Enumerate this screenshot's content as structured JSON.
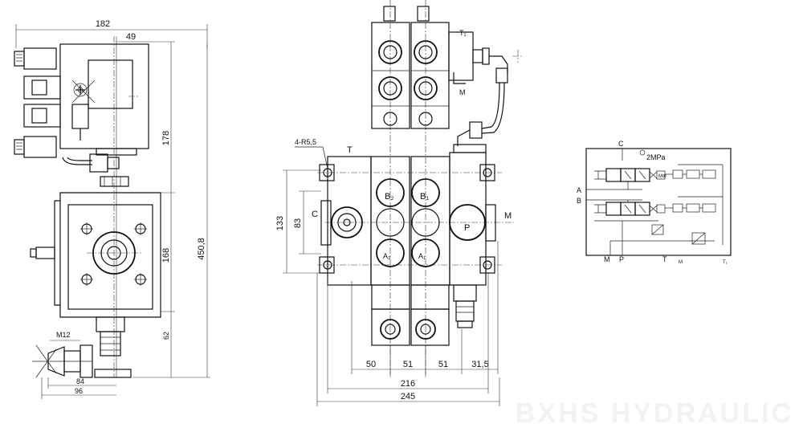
{
  "side_view": {
    "dims": {
      "width_total": "182",
      "offset_top": "49",
      "height_upper": "178",
      "height_mid": "168",
      "height_lower": "62",
      "height_total": "450,8",
      "thread": "M12",
      "bottom_84": "84",
      "bottom_96": "96"
    }
  },
  "front_view": {
    "labels": {
      "T1": "T₁",
      "M_small": "M",
      "hole": "4-R5,5",
      "T": "T",
      "C": "C",
      "M": "M",
      "B2": "B₂",
      "B1": "B₁",
      "A2": "A₂",
      "A1": "A₁",
      "P": "P"
    },
    "dims": {
      "h133": "133",
      "h83": "83",
      "w50": "50",
      "w51a": "51",
      "w51b": "51",
      "w31_5": "31,5",
      "w216": "216",
      "w245": "245"
    }
  },
  "schematic": {
    "labels": {
      "C": "C",
      "pressure": "2MPa",
      "A": "A",
      "B": "B",
      "M": "M",
      "P": "P",
      "T": "T",
      "M2": "M",
      "T1": "T₁"
    }
  },
  "watermark": "BXHS HYDRAULIC",
  "colors": {
    "line": "#111111",
    "background": "#ffffff",
    "watermark": "#f2f2f2"
  }
}
